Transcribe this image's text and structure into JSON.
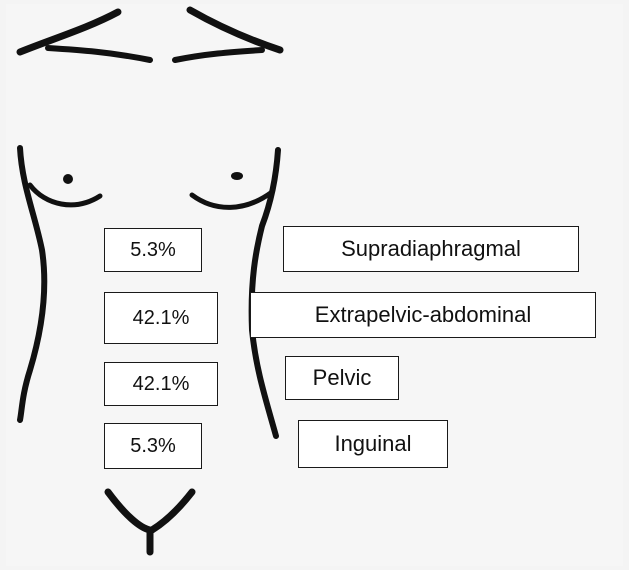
{
  "regions": [
    {
      "percent": "5.3%",
      "label": "Supradiaphragmal"
    },
    {
      "percent": "42.1%",
      "label": "Extrapelvic-abdominal"
    },
    {
      "percent": "42.1%",
      "label": "Pelvic"
    },
    {
      "percent": "5.3%",
      "label": "Inguinal"
    }
  ],
  "colors": {
    "outline": "#111111",
    "box_fill": "#ffffff",
    "background": "#f4f4f4"
  }
}
